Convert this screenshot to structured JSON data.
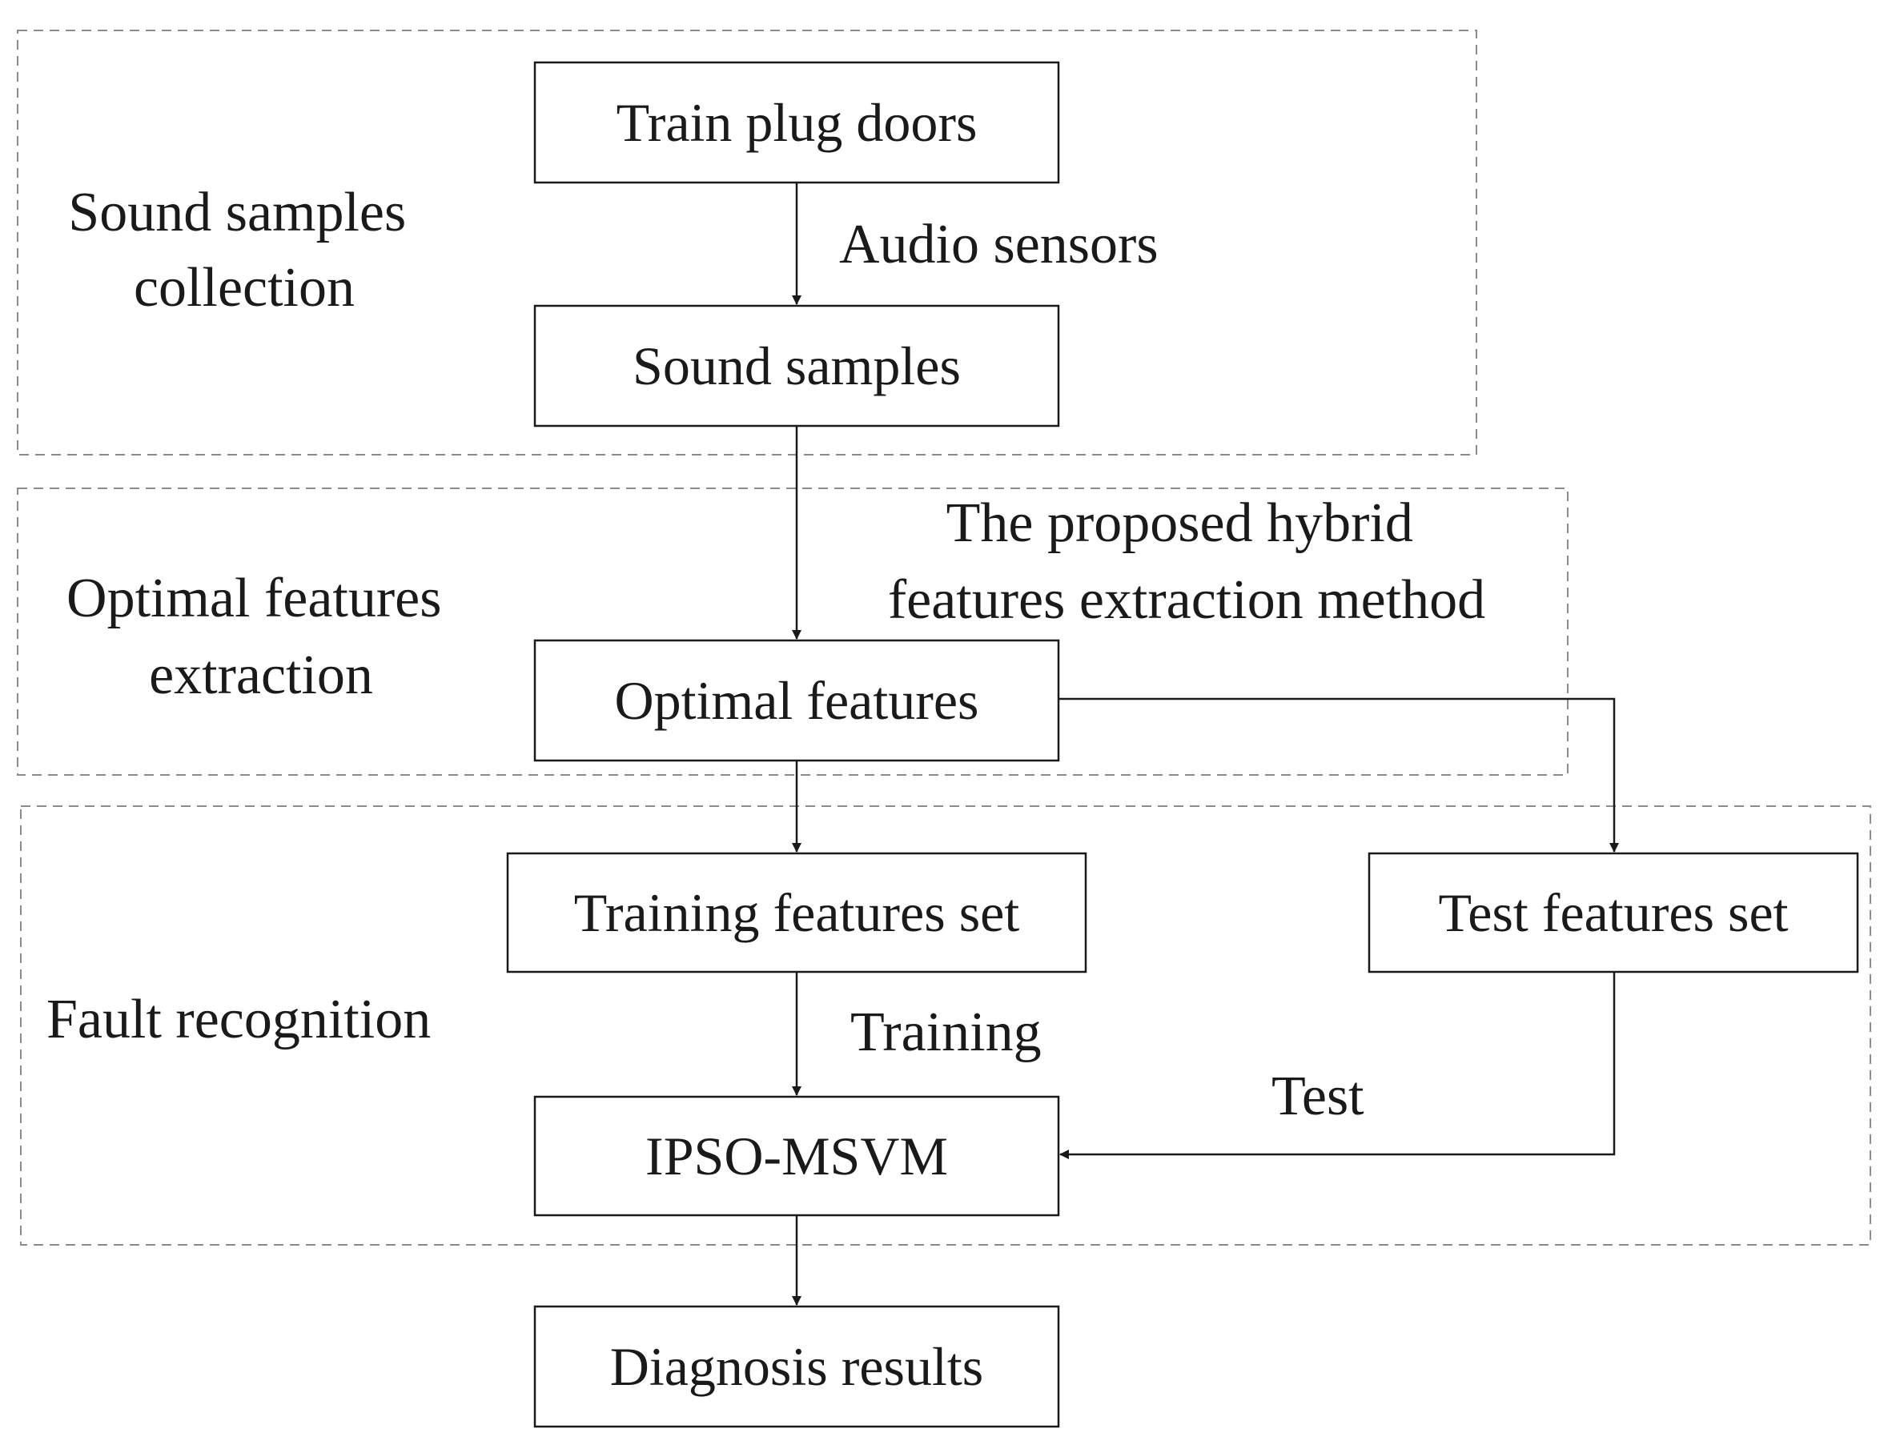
{
  "groups": {
    "collection": {
      "label_lines": [
        "Sound samples",
        "collection"
      ]
    },
    "extraction": {
      "label_lines": [
        "Optimal features",
        "extraction"
      ]
    },
    "recognition": {
      "label_lines": [
        "Fault recognition"
      ]
    }
  },
  "nodes": {
    "train_plug_doors": "Train plug doors",
    "sound_samples": "Sound samples",
    "optimal_features": "Optimal features",
    "training_features_set": "Training features set",
    "test_features_set": "Test features set",
    "ipso_msvm": "IPSO-MSVM",
    "diagnosis_results": "Diagnosis results"
  },
  "edge_labels": {
    "audio_sensors": "Audio sensors",
    "method_lines": [
      "The proposed hybrid",
      "features extraction method"
    ],
    "training": "Training",
    "test": "Test"
  },
  "colors": {
    "line": "#1a1a1a",
    "dashed_border": "#8c8c8c",
    "background": "#ffffff"
  }
}
